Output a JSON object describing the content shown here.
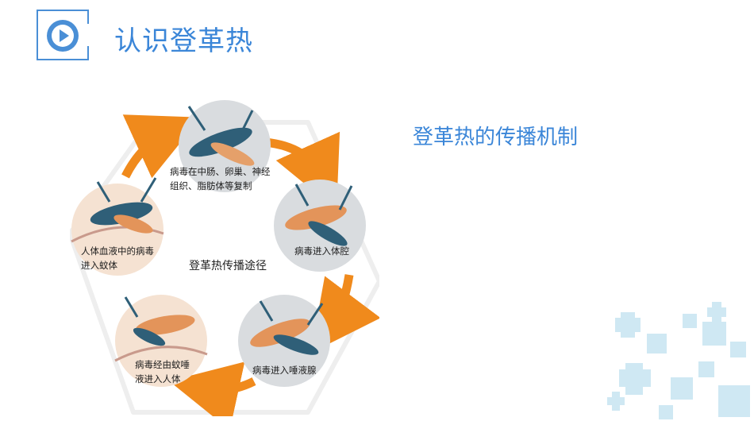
{
  "header": {
    "title": "认识登革热",
    "icon": "play-icon",
    "accent_color": "#3b86d8"
  },
  "section": {
    "heading": "登革热的传播机制"
  },
  "diagram": {
    "center_label": "登革热传播途径",
    "arrow_color": "#f08a1c",
    "stages": [
      {
        "label": "病毒在中肠、卵巢、神经\n组织、脂肪体等复制"
      },
      {
        "label": "病毒进入体腔"
      },
      {
        "label": "病毒进入唾液腺"
      },
      {
        "label": "病毒经由蚊唾\n液进入人体"
      },
      {
        "label": "人体血液中的病毒\n进入蚊体"
      }
    ]
  },
  "decoration": {
    "icon": "plus-cross-pattern-icon",
    "color": "#cfe8f3"
  }
}
